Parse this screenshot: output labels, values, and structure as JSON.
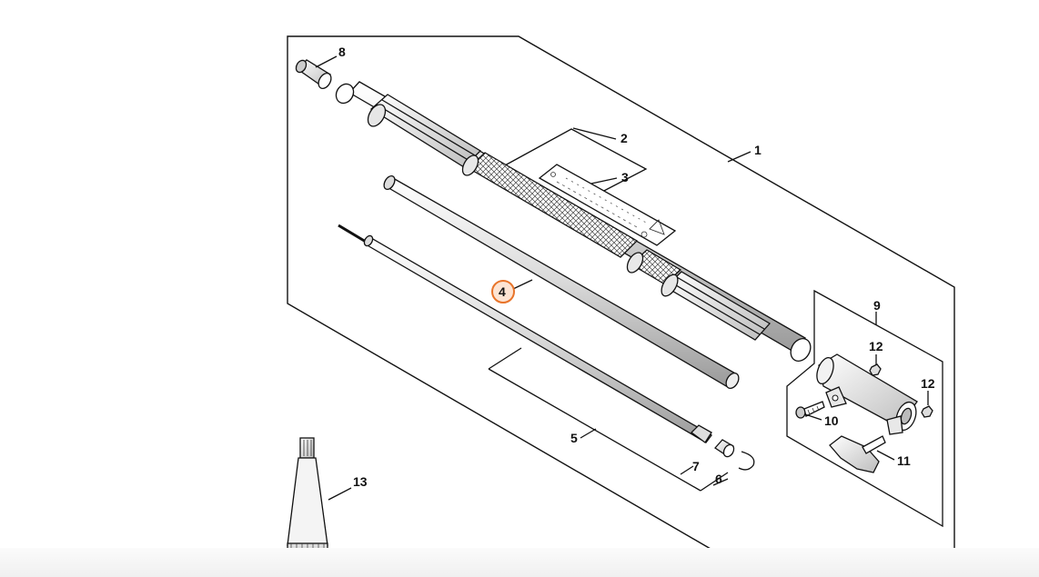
{
  "diagram": {
    "highlight_color": "#e8742a",
    "callouts": [
      {
        "id": "c1",
        "label": "1"
      },
      {
        "id": "c2",
        "label": "2"
      },
      {
        "id": "c3",
        "label": "3"
      },
      {
        "id": "c4",
        "label": "4",
        "highlighted": true
      },
      {
        "id": "c5",
        "label": "5"
      },
      {
        "id": "c6",
        "label": "6"
      },
      {
        "id": "c7",
        "label": "7"
      },
      {
        "id": "c8",
        "label": "8"
      },
      {
        "id": "c9",
        "label": "9"
      },
      {
        "id": "c10",
        "label": "10"
      },
      {
        "id": "c11",
        "label": "11"
      },
      {
        "id": "c12a",
        "label": "12"
      },
      {
        "id": "c12b",
        "label": "12"
      },
      {
        "id": "c13",
        "label": "13"
      }
    ]
  }
}
